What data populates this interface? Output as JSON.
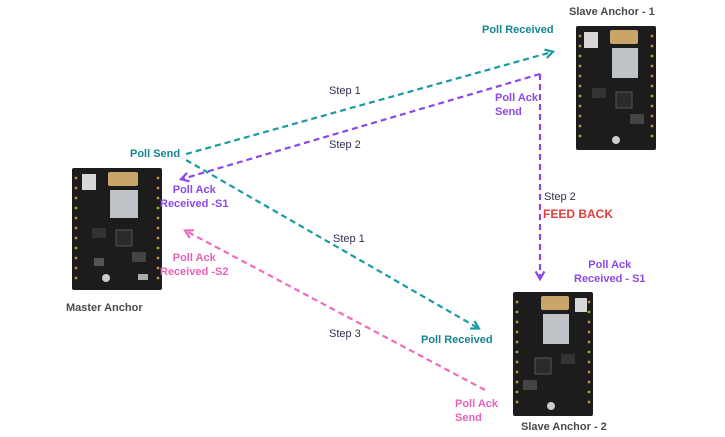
{
  "nodes": {
    "master": "Master Anchor",
    "slave1": "Slave Anchor - 1",
    "slave2": "Slave Anchor - 2"
  },
  "labels": {
    "poll_send": "Poll Send",
    "poll_received_s1": "Poll Received",
    "poll_received_s2": "Poll Received",
    "step1_to_s1": "Step 1",
    "step2_from_s1": "Step 2",
    "step1_to_s2": "Step 1",
    "step3_from_s2": "Step 3",
    "step2_feedback": "Step 2",
    "feedback": "FEED BACK",
    "poll_ack_send_s1_line1": "Poll Ack",
    "poll_ack_send_s1_line2": "Send",
    "poll_ack_received_s1_master_line1": "Poll Ack",
    "poll_ack_received_s1_master_line2": "Received -S1",
    "poll_ack_received_s2_master_line1": "Poll Ack",
    "poll_ack_received_s2_master_line2": "Received -S2",
    "poll_ack_received_s1_slave2_line1": "Poll Ack",
    "poll_ack_received_s1_slave2_line2": "Received - S1",
    "poll_ack_send_s2_line1": "Poll Ack",
    "poll_ack_send_s2_line2": "Send"
  },
  "colors": {
    "poll": "#1a9aa6",
    "ack_s1": "#8b48e6",
    "ack_s2": "#f06bbf",
    "feedback": "#e23b3b",
    "board": "#1c1c1c"
  }
}
